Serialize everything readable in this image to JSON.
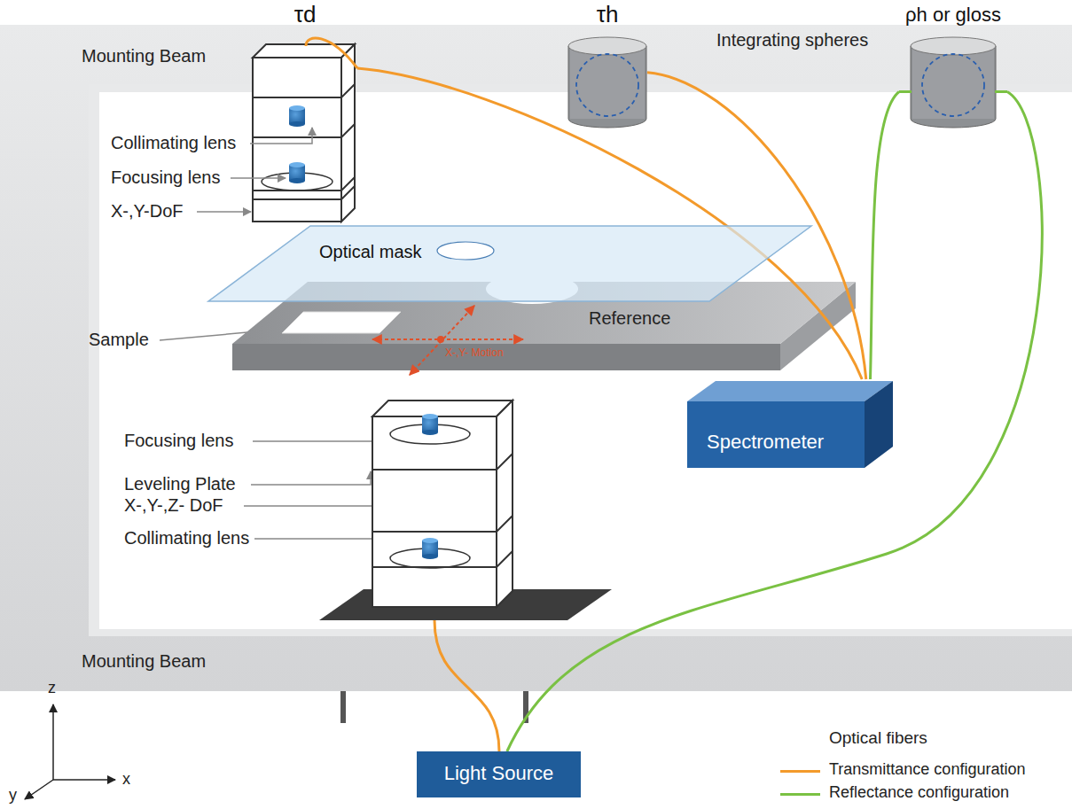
{
  "diagram": {
    "nodes": [
      {
        "text": [
          "τd"
        ]
      },
      {
        "text": [
          "τh"
        ]
      },
      {
        "text": [
          "ρh or gloss"
        ]
      },
      {
        "text": [
          "Optical mask"
        ]
      },
      {
        "text": [
          "Spectrometer"
        ]
      },
      {
        "text": [
          "Light Source"
        ]
      }
    ],
    "edges": [
      {
        "from": 0,
        "to": 4,
        "arrow": "none"
      },
      {
        "from": 1,
        "to": 4,
        "arrow": "none"
      },
      {
        "from": 2,
        "to": 4,
        "arrow": "none"
      },
      {
        "from": 2,
        "to": 5,
        "arrow": "none"
      }
    ],
    "labels": [
      "Mounting Beam",
      "Integrating spheres",
      "Collimating lens",
      "Focusing lens",
      "X-,Y-DoF",
      "Sample",
      "X-,Y- Motion",
      "Reference",
      "Focusing  lens",
      "Leveling Plate",
      "X-,Y-,Z- DoF",
      "Collimating lens",
      "Mounting Beam",
      "z",
      "x",
      "y",
      "Optical fibers"
    ],
    "legend": [
      {
        "text": "Transmittance configuration"
      },
      {
        "text": "Reflectance configuration"
      }
    ]
  }
}
